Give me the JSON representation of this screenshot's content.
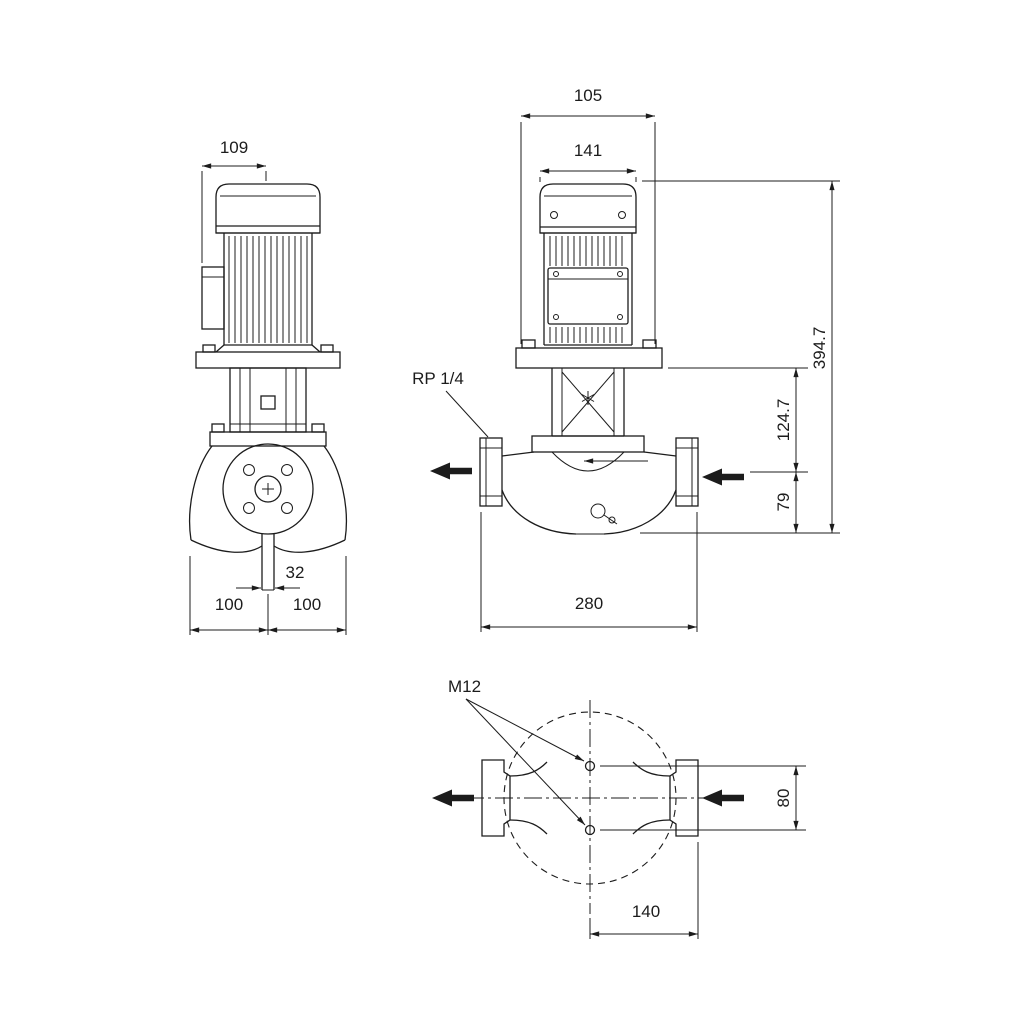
{
  "colors": {
    "ink": "#1c1c1c",
    "background": "#ffffff"
  },
  "side_view": {
    "dim_motor_offset": "109",
    "dim_shaft": "32",
    "dim_base_left": "100",
    "dim_base_right": "100"
  },
  "front_view": {
    "dim_top": "105",
    "dim_motor_width": "141",
    "plug_label": "RP 1/4",
    "dim_total_height": "394.7",
    "dim_mid_height": "124.7",
    "dim_port_height": "79",
    "dim_port_span": "280"
  },
  "plan_view": {
    "bolt_label": "M12",
    "dim_hole_spacing": "80",
    "dim_port_offset": "140"
  }
}
